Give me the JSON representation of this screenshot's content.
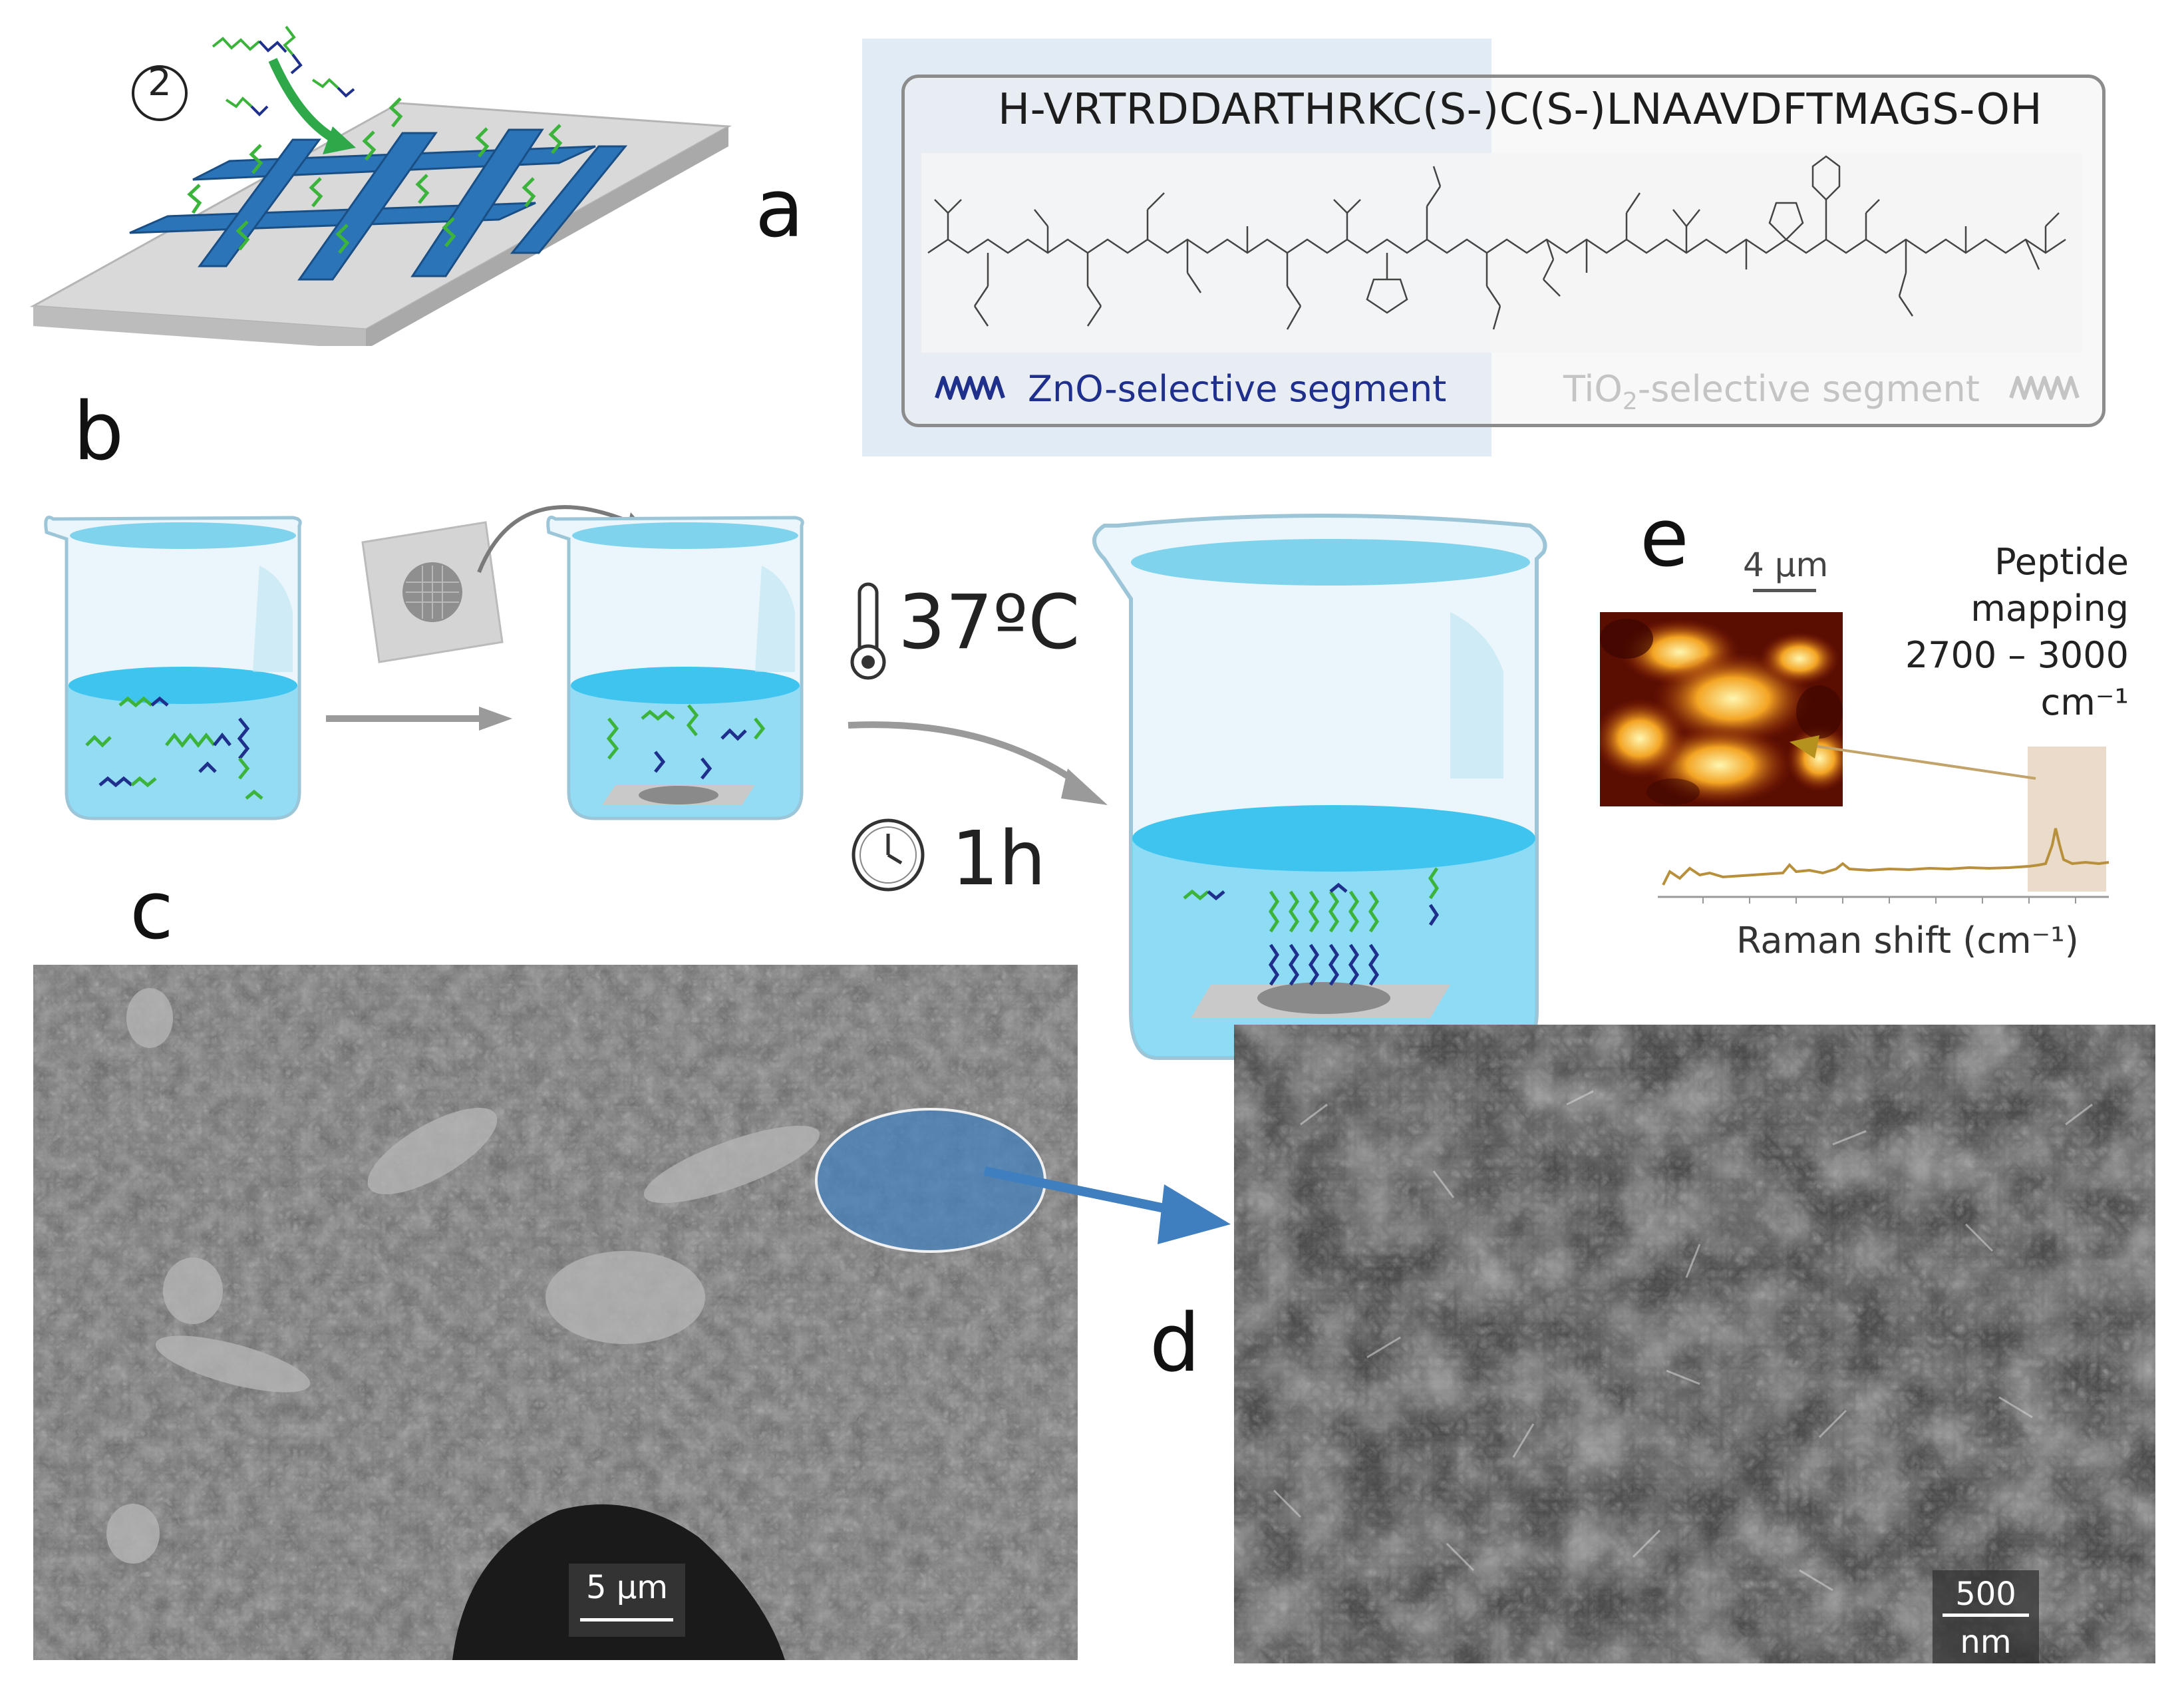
{
  "panels": {
    "a": "a",
    "b": "b",
    "c": "c",
    "d": "d",
    "e": "e"
  },
  "step_number": "2",
  "peptide": {
    "sequence": "H-VRTRDDARTHRKC(S-)C(S-)LNAAVDFTMAGS-OH",
    "zno_segment_label": "ZnO-selective segment",
    "tio2_segment_label_prefix": "TiO",
    "tio2_segment_label_sub": "2",
    "tio2_segment_label_suffix": "-selective segment"
  },
  "conditions": {
    "temperature": "37ºC",
    "time": "1h"
  },
  "raman": {
    "scale": "4 µm",
    "mapping_title": "Peptide mapping",
    "range": "2700 – 3000",
    "range_unit": "cm⁻¹",
    "axis_label": "Raman shift (cm⁻¹)"
  },
  "sem": {
    "c_scale": "5 µm",
    "d_scale_value": "500",
    "d_scale_unit": "nm"
  },
  "colors": {
    "zno_blue": "#1f2f8c",
    "tio2_green": "#3cb43c",
    "highlight_blue": "#c9dcf0",
    "pattern_blue": "#2b74b8",
    "raman_curve": "#b8903c",
    "arrow_blue": "#3f7fbf"
  }
}
